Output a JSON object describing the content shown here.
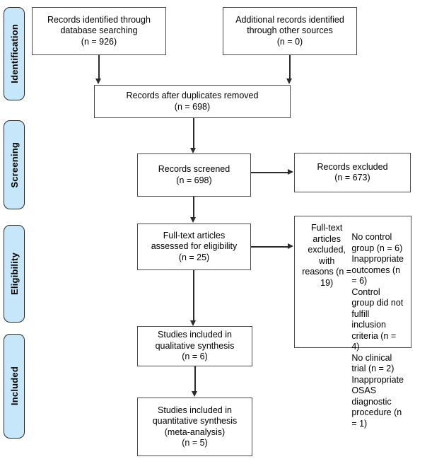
{
  "diagram": {
    "title": "PRISMA flow diagram",
    "type": "flowchart",
    "colors": {
      "stage_tab_fill": "#c6e7fa",
      "stage_tab_border": "#2b2b2b",
      "node_fill": "#ffffff",
      "node_border": "#4a4a4a",
      "connector": "#2b2b2b",
      "text": "#000000"
    }
  },
  "stages": [
    {
      "id": "identification",
      "label": "Identification"
    },
    {
      "id": "screening",
      "label": "Screening"
    },
    {
      "id": "eligibility",
      "label": "Eligibility"
    },
    {
      "id": "included",
      "label": "Included"
    }
  ],
  "nodes": {
    "records_database": {
      "text": "Records identified through\ndatabase searching\n(n = 926)",
      "count": 926
    },
    "records_other": {
      "text": "Additional records identified\nthrough other sources\n(n = 0)",
      "count": 0
    },
    "records_dedup": {
      "text": "Records after duplicates removed\n(n = 698)",
      "count": 698
    },
    "records_screened": {
      "text": "Records screened\n(n = 698)",
      "count": 698
    },
    "records_excluded": {
      "text": "Records excluded\n(n = 673)",
      "count": 673
    },
    "fulltext_assessed": {
      "text": "Full-text articles\nassessed for eligibility\n(n = 25)",
      "count": 25
    },
    "fulltext_excluded": {
      "heading": "Full-text articles excluded, with\nreasons (n = 19)",
      "count": 19,
      "reasons_text": "No control group (n = 6)\nInappropriate outcomes (n = 6)\nControl group did not fulfill\ninclusion criteria (n = 4)\nNo clinical trial (n = 2)\nInappropriate OSAS diagnostic\nprocedure (n = 1)",
      "reasons": [
        {
          "label": "No control group",
          "count": 6
        },
        {
          "label": "Inappropriate outcomes",
          "count": 6
        },
        {
          "label": "Control group did not fulfill inclusion criteria",
          "count": 4
        },
        {
          "label": "No clinical trial",
          "count": 2
        },
        {
          "label": "Inappropriate OSAS diagnostic procedure",
          "count": 1
        }
      ]
    },
    "qualitative": {
      "text": "Studies included in\nqualitative synthesis\n(n = 6)",
      "count": 6
    },
    "quantitative": {
      "text": "Studies included in\nquantitative synthesis\n(meta-analysis)\n(n = 5)",
      "count": 5
    }
  }
}
